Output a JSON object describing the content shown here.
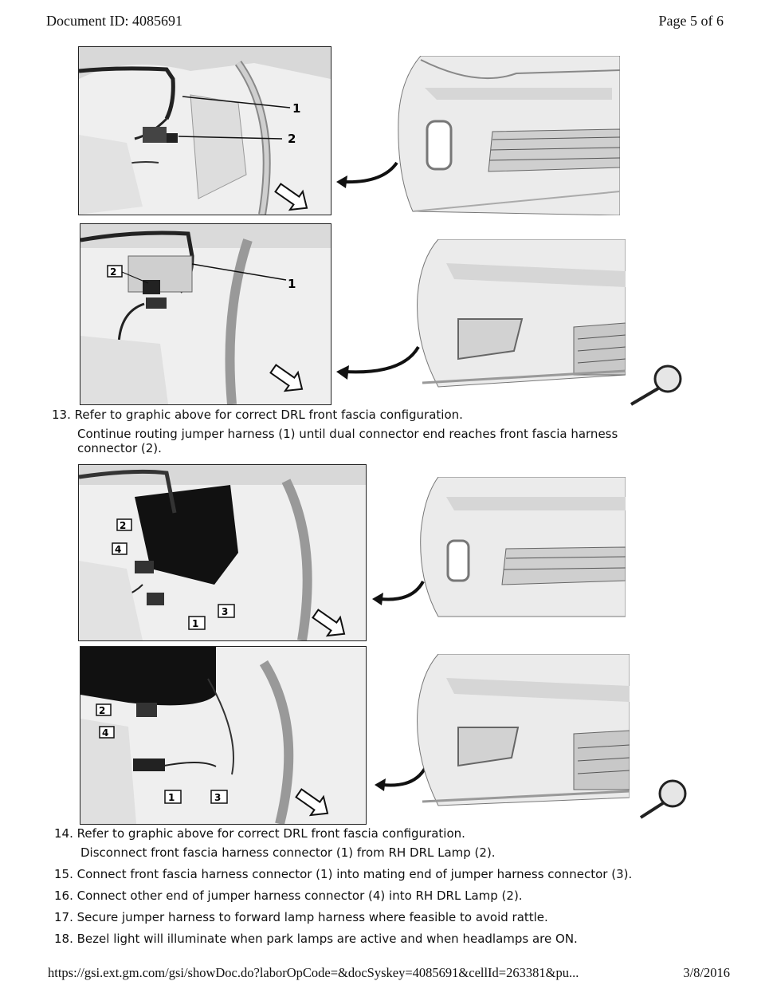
{
  "header": {
    "document_id": "Document ID: 4085691",
    "page": "Page 5 of 6"
  },
  "figures": {
    "fig1": {
      "callouts": [
        "1",
        "2"
      ]
    },
    "fig2": {
      "callouts": [
        "2",
        "1"
      ]
    },
    "fig3": {
      "callouts": [
        "2",
        "4",
        "3",
        "1"
      ]
    },
    "fig4": {
      "callouts": [
        "2",
        "4",
        "1",
        "3"
      ]
    }
  },
  "steps": {
    "s13": {
      "num": "13.",
      "text": "Refer to graphic above for correct DRL front fascia configuration.",
      "sub": "Continue routing jumper harness (1) until dual connector end reaches front fascia harness connector (2)."
    },
    "s14": {
      "num": "14.",
      "text": "Refer to graphic above for correct DRL front fascia configuration.",
      "sub": "Disconnect front fascia harness connector (1) from RH DRL Lamp (2)."
    },
    "s15": {
      "num": "15.",
      "text": "Connect front fascia harness connector (1) into mating end of jumper harness connector (3)."
    },
    "s16": {
      "num": "16.",
      "text": "Connect other end of jumper harness connector (4) into RH DRL Lamp (2)."
    },
    "s17": {
      "num": "17.",
      "text": "Secure jumper harness to forward lamp harness where feasible to avoid rattle."
    },
    "s18": {
      "num": "18.",
      "text": "Bezel light will illuminate when park lamps are active and when headlamps are ON."
    }
  },
  "footer": {
    "url": "https://gsi.ext.gm.com/gsi/showDoc.do?laborOpCode=&docSyskey=4085691&cellId=263381&pu...",
    "date": "3/8/2016"
  },
  "icons": {
    "magnifier": "magnifier-icon",
    "direction": "direction-arrow-icon"
  }
}
